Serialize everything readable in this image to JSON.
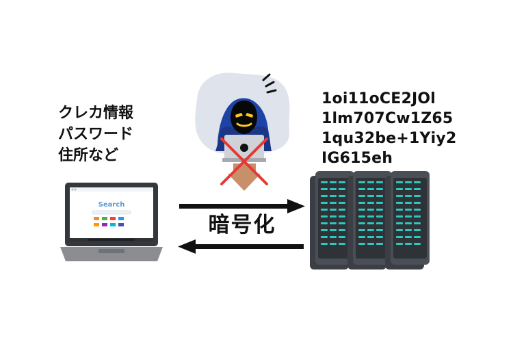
{
  "left_labels": [
    "クレカ情報",
    "パスワード",
    "住所など"
  ],
  "encrypted_lines": [
    "1oi11oCE2JOl",
    "1lm707Cw1Z65",
    "1qu32be+1Yiy2",
    "IG615eh"
  ],
  "arrow_label": "暗号化",
  "laptop_search_text": "Search",
  "colors": {
    "arrow": "#111111",
    "server_body": "#3b3f45",
    "server_light": "#2fc8bf",
    "hacker_blob": "#dfe3ec",
    "hacker_hood": "#1d43a6",
    "x_mark": "#e53935",
    "brown_arrow": "#c7906b"
  }
}
